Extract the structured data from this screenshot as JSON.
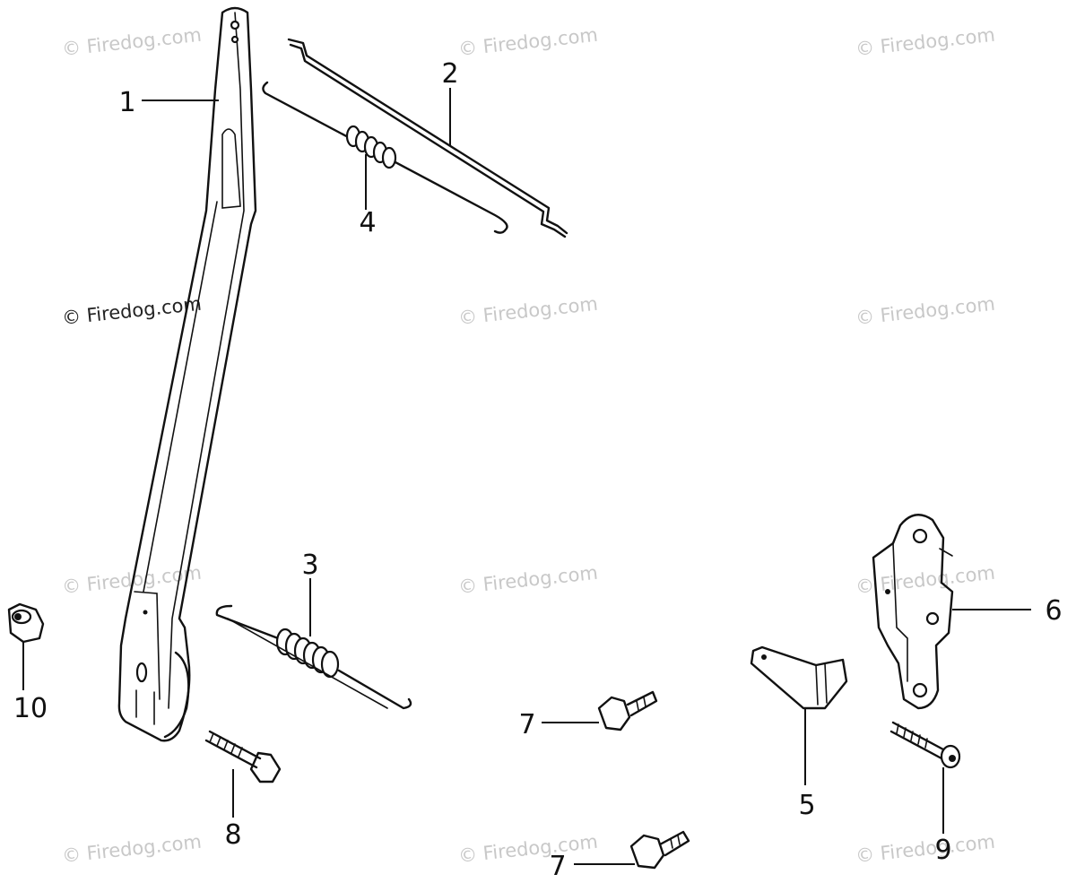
{
  "diagram": {
    "watermark_text": "© Firedog.com",
    "callouts": [
      {
        "id": "1",
        "label": "1"
      },
      {
        "id": "2",
        "label": "2"
      },
      {
        "id": "3",
        "label": "3"
      },
      {
        "id": "4",
        "label": "4"
      },
      {
        "id": "5",
        "label": "5"
      },
      {
        "id": "6",
        "label": "6"
      },
      {
        "id": "7a",
        "label": "7"
      },
      {
        "id": "7b",
        "label": "7"
      },
      {
        "id": "8",
        "label": "8"
      },
      {
        "id": "9",
        "label": "9"
      },
      {
        "id": "10",
        "label": "10"
      }
    ]
  }
}
